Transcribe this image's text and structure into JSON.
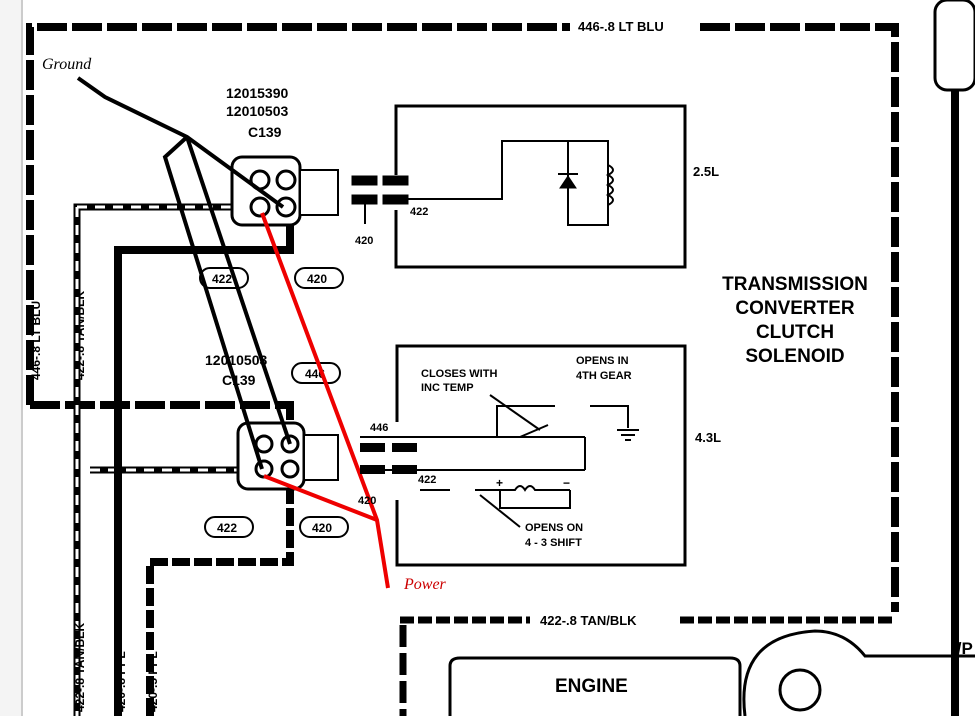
{
  "title": "Transmission Converter Clutch Solenoid wiring",
  "wires": {
    "top": "446-.8 LT BLU",
    "left_blu": "446-.8 LT BLU",
    "left_tan": "422-.8 TAN/BLK",
    "bottom_tan": "422-.8 TAN/BLK",
    "bl_tan": "422-.8 TAN/BLK",
    "bl_ppl8": "420-.8 PPL",
    "bl_ppl5": "420-.5 PPL"
  },
  "annotations": {
    "ground": "Ground",
    "power": "Power"
  },
  "connector1": {
    "part1": "12015390",
    "part2": "12010503",
    "id": "C139",
    "pin_a": "422",
    "pin_b": "420"
  },
  "connector2": {
    "part": "12010503",
    "id": "C139",
    "pin_top": "446",
    "pin_a": "422",
    "pin_b": "420"
  },
  "solenoid": {
    "line1": "TRANSMISSION",
    "line2": "CONVERTER",
    "line3": "CLUTCH",
    "line4": "SOLENOID"
  },
  "box25": {
    "engine": "2.5L",
    "w422": "422",
    "w420": "420"
  },
  "box43": {
    "engine": "4.3L",
    "w446": "446",
    "w422": "422",
    "w420": "420",
    "closes1": "CLOSES WITH",
    "closes2": "INC  TEMP",
    "opens4th1": "OPENS IN",
    "opens4th2": "4TH GEAR",
    "opens43_1": "OPENS ON",
    "opens43_2": "4 - 3 SHIFT",
    "plus": "+",
    "minus": "−"
  },
  "bottom": {
    "engine": "ENGINE",
    "ip": "I/P"
  }
}
